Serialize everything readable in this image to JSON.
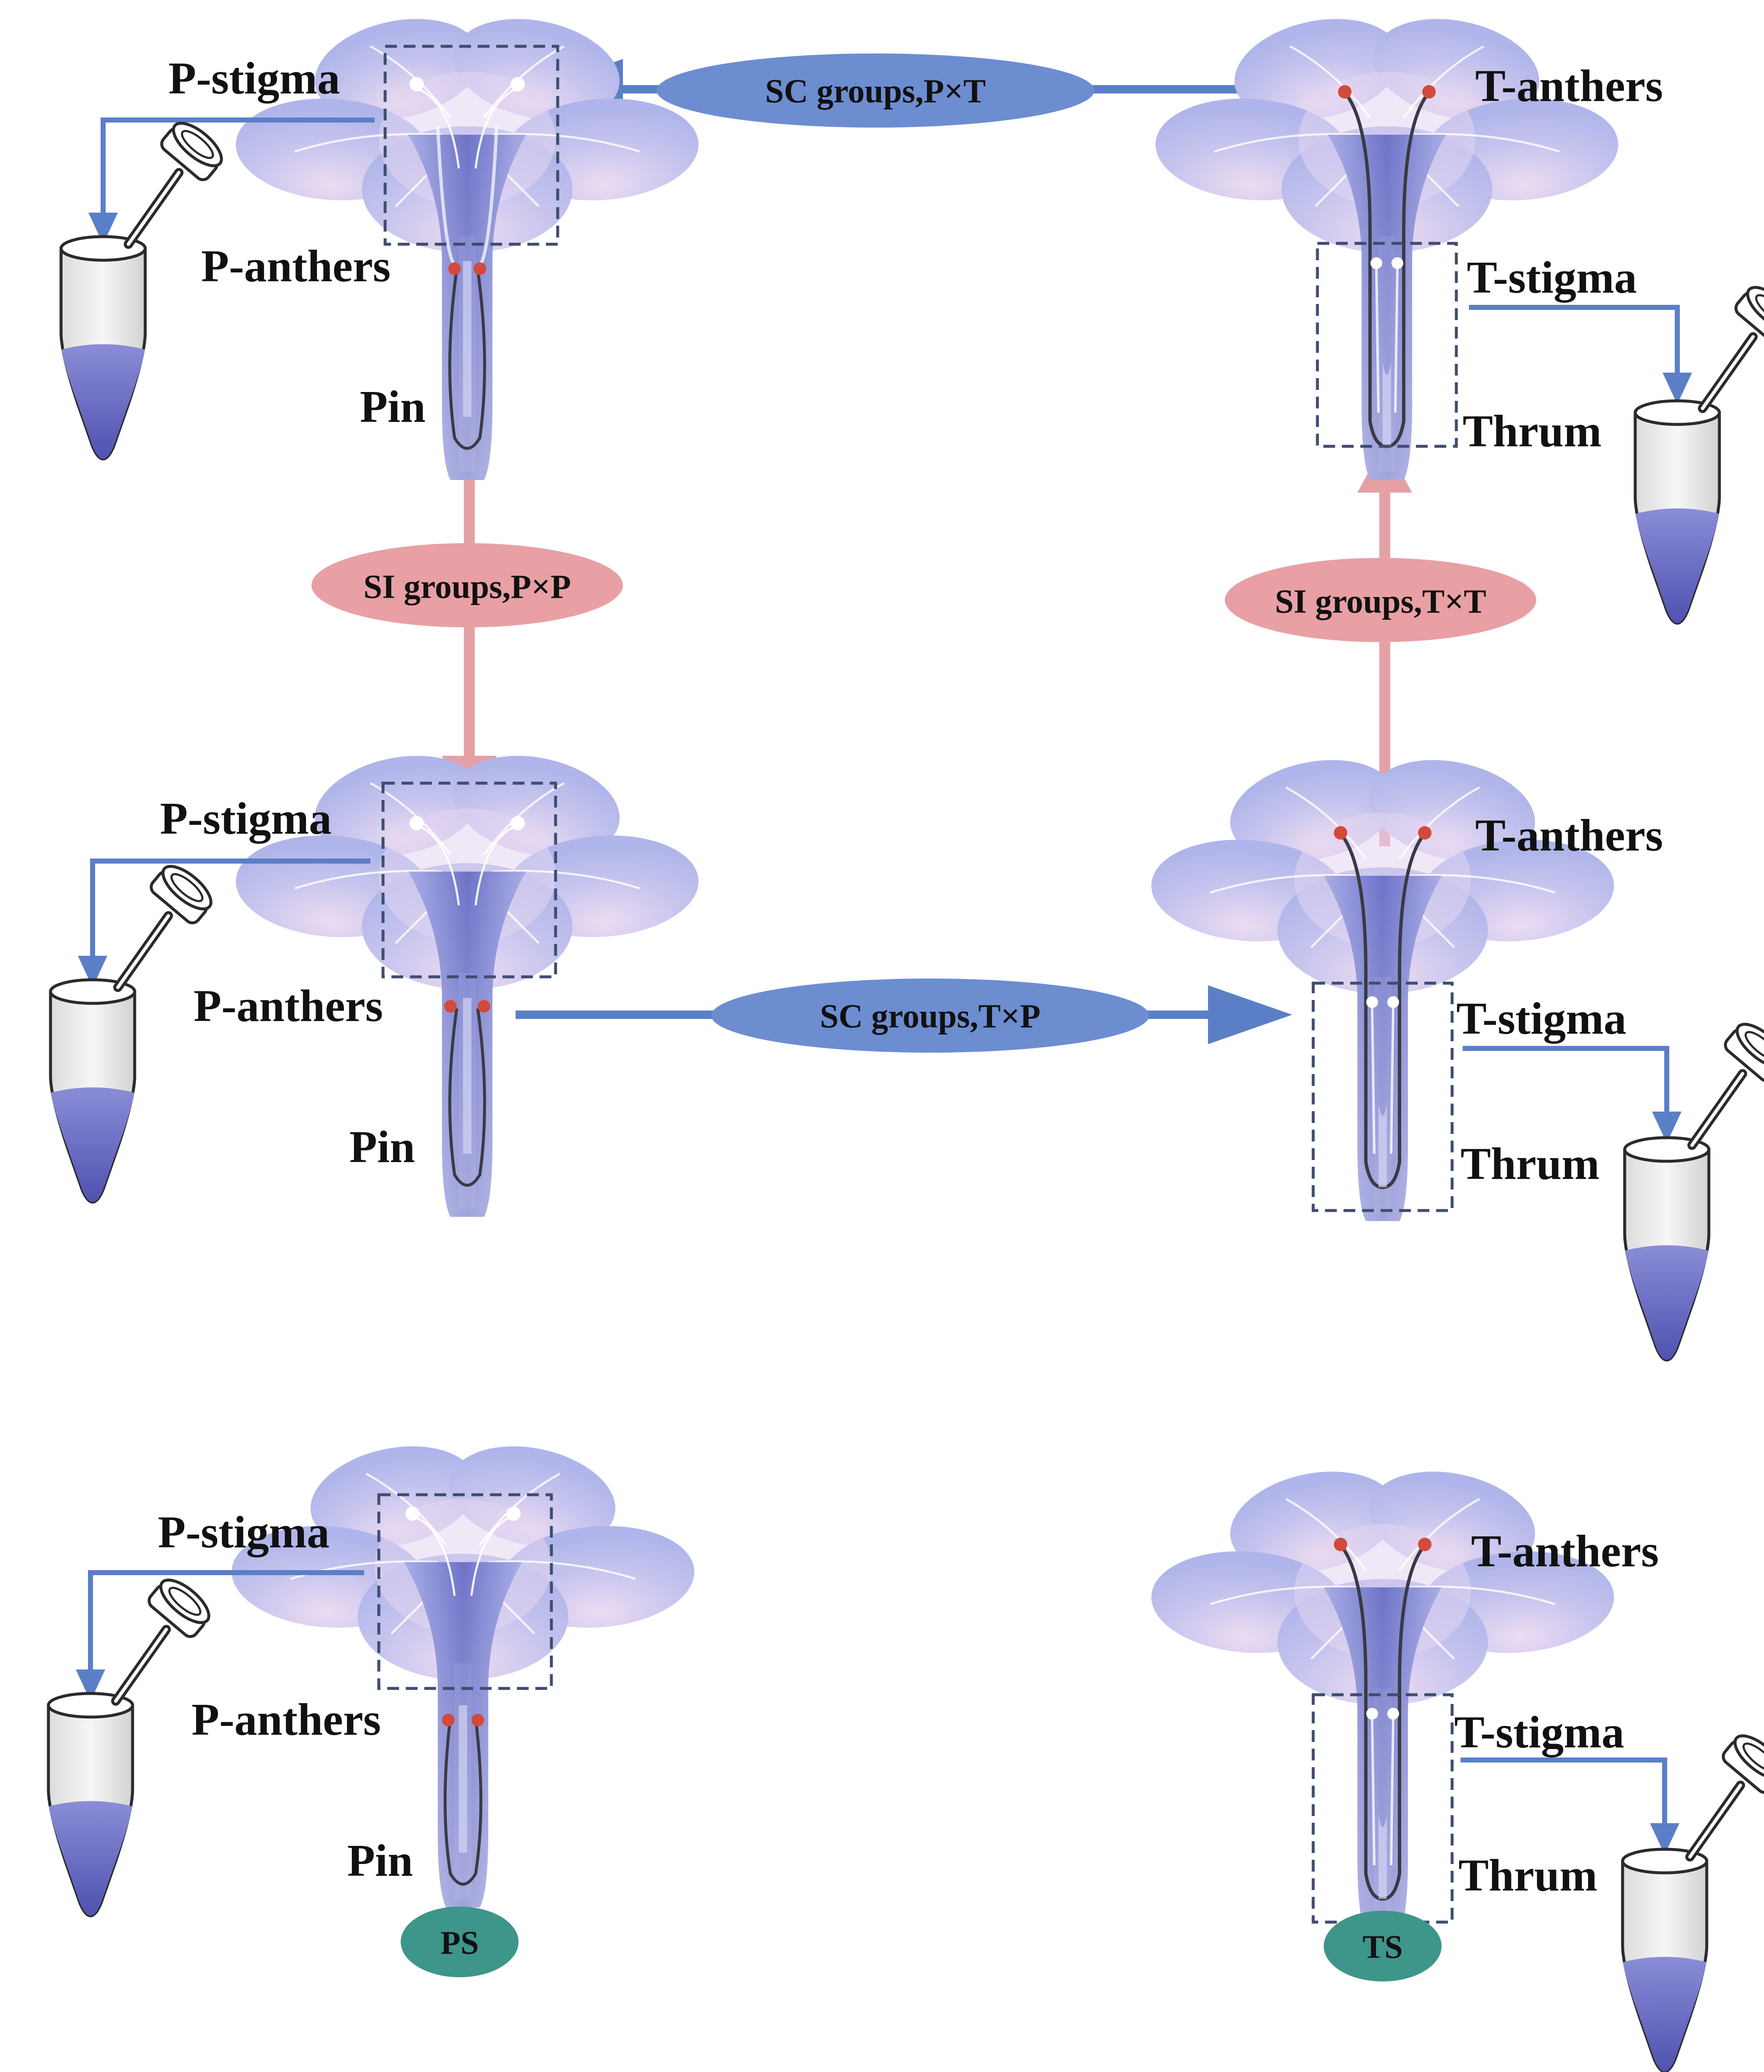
{
  "colors": {
    "petal": "#b3b9ec",
    "petal_center": "#ecdcf2",
    "tube": "#7e84d2",
    "filament": "#3a3a44",
    "anther": "#d14a3c",
    "stigma": "#ffffff",
    "blue_arrow": "#5b7fc7",
    "pink_arrow": "#e3a1a6",
    "sc_oval": "#6d8dd1",
    "si_oval": "#e8a0a5",
    "badge": "#3e9589",
    "box_border": "#3e4e70",
    "tube_liquid": "#6b6ec8"
  },
  "flowers": [
    {
      "id": "pin-top",
      "morph": "pin",
      "stigma_label": "P-stigma",
      "anthers_label": "P-anthers",
      "morph_label": "Pin"
    },
    {
      "id": "thrum-top",
      "morph": "thrum",
      "anthers_label": "T-anthers",
      "stigma_label": "T-stigma",
      "morph_label": "Thrum"
    },
    {
      "id": "pin-middle",
      "morph": "pin",
      "stigma_label": "P-stigma",
      "anthers_label": "P-anthers",
      "morph_label": "Pin"
    },
    {
      "id": "thrum-middle",
      "morph": "thrum",
      "anthers_label": "T-anthers",
      "stigma_label": "T-stigma",
      "morph_label": "Thrum"
    },
    {
      "id": "pin-bottom",
      "morph": "pin",
      "stigma_label": "P-stigma",
      "anthers_label": "P-anthers",
      "morph_label": "Pin"
    },
    {
      "id": "thrum-bottom",
      "morph": "thrum",
      "anthers_label": "T-anthers",
      "stigma_label": "T-stigma",
      "morph_label": "Thrum"
    }
  ],
  "groups": {
    "sc_pxt": "SC groups,P×T",
    "sc_txp": "SC groups,T×P",
    "si_pxp": "SI groups,P×P",
    "si_txt": "SI groups,T×T"
  },
  "badges": {
    "ps": "PS",
    "ts": "TS"
  }
}
